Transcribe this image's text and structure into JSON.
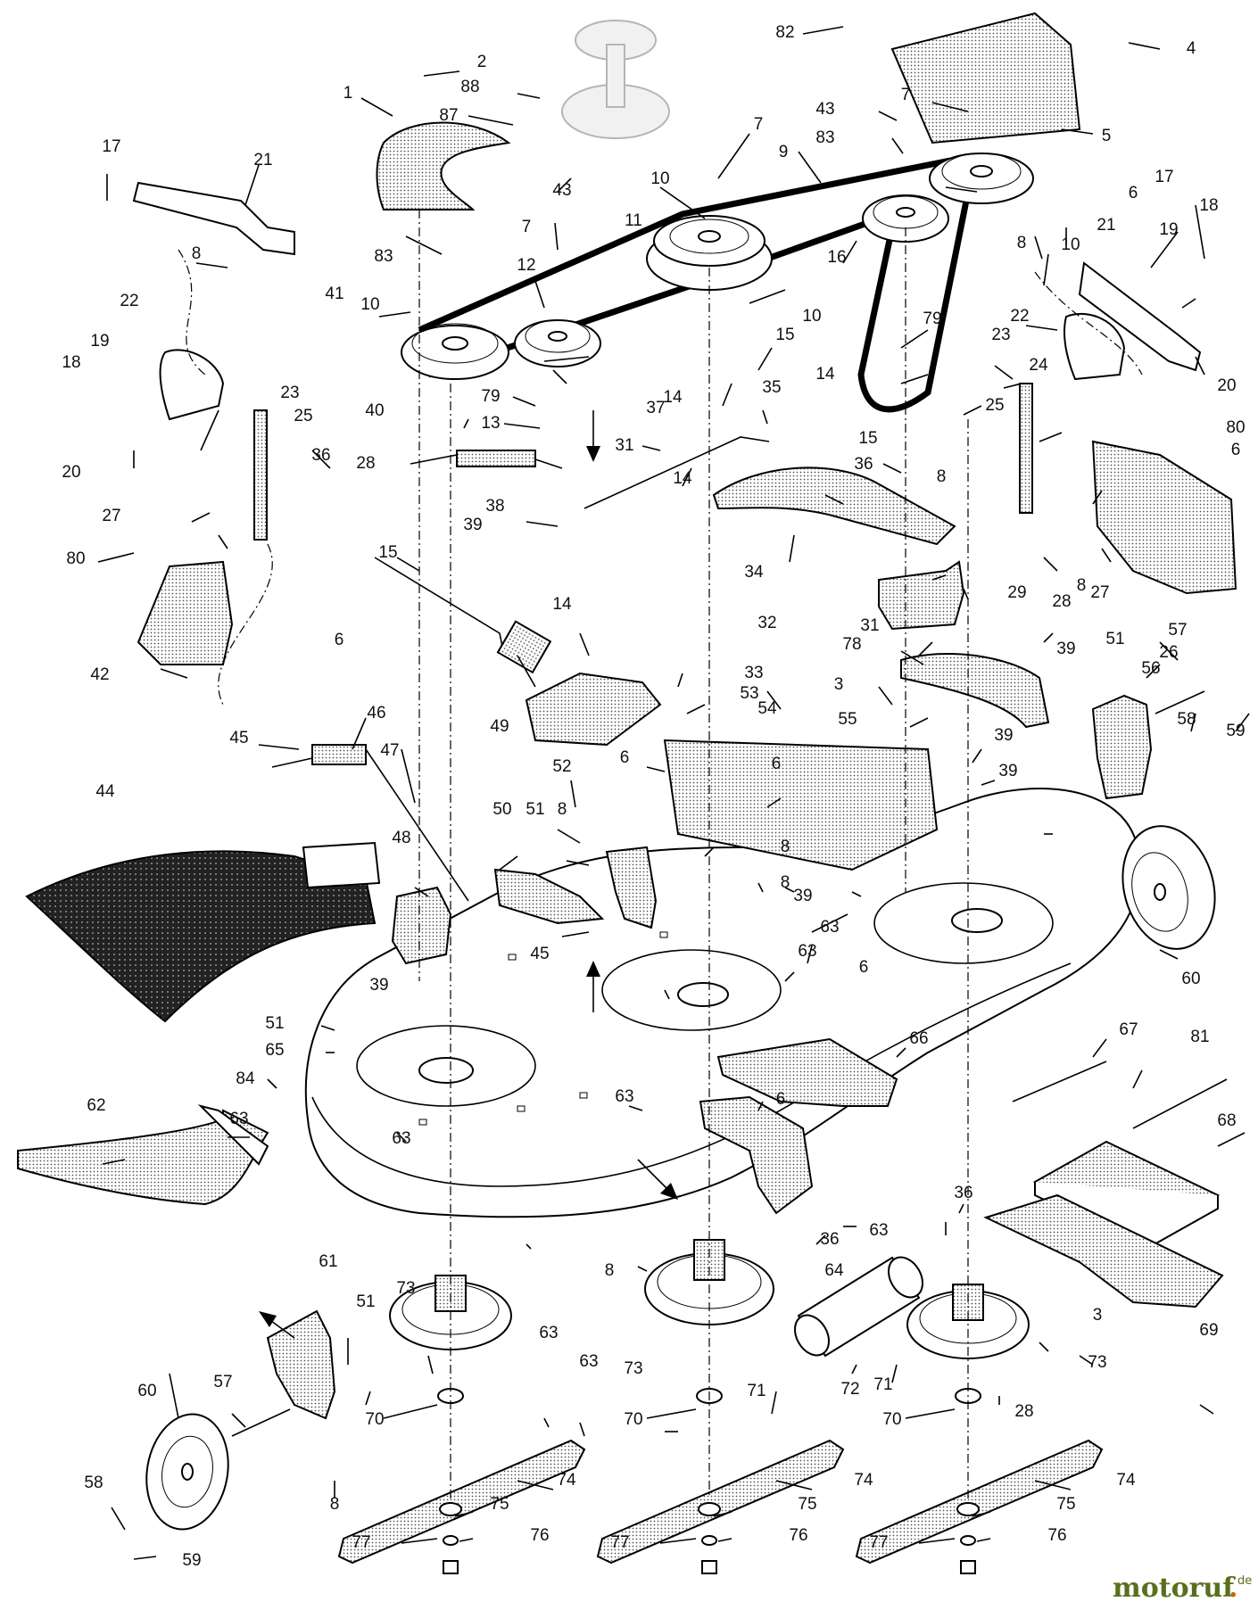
{
  "diagram": {
    "type": "exploded-parts-view",
    "callouts": [
      {
        "id": "c82",
        "label": "82"
      },
      {
        "id": "c4",
        "label": "4"
      },
      {
        "id": "c2",
        "label": "2"
      },
      {
        "id": "c88",
        "label": "88"
      },
      {
        "id": "c1",
        "label": "1"
      },
      {
        "id": "c87",
        "label": "87"
      },
      {
        "id": "c7a",
        "label": "7"
      },
      {
        "id": "c43a",
        "label": "43"
      },
      {
        "id": "c5",
        "label": "5"
      },
      {
        "id": "c83a",
        "label": "83"
      },
      {
        "id": "c17a",
        "label": "17"
      },
      {
        "id": "c21a",
        "label": "21"
      },
      {
        "id": "c7b",
        "label": "7"
      },
      {
        "id": "c9",
        "label": "9"
      },
      {
        "id": "c6a",
        "label": "6"
      },
      {
        "id": "c10a",
        "label": "10"
      },
      {
        "id": "c43b",
        "label": "43"
      },
      {
        "id": "c17b",
        "label": "17"
      },
      {
        "id": "c11",
        "label": "11"
      },
      {
        "id": "c7c",
        "label": "7"
      },
      {
        "id": "c10b",
        "label": "10"
      },
      {
        "id": "c18a",
        "label": "18"
      },
      {
        "id": "c83b",
        "label": "83"
      },
      {
        "id": "c21b",
        "label": "21"
      },
      {
        "id": "c16",
        "label": "16"
      },
      {
        "id": "c19a",
        "label": "19"
      },
      {
        "id": "c8a",
        "label": "8"
      },
      {
        "id": "c12",
        "label": "12"
      },
      {
        "id": "c10c",
        "label": "10"
      },
      {
        "id": "c10d",
        "label": "10"
      },
      {
        "id": "c41",
        "label": "41"
      },
      {
        "id": "c22a",
        "label": "22"
      },
      {
        "id": "c8b",
        "label": "8"
      },
      {
        "id": "c22b",
        "label": "22"
      },
      {
        "id": "c79a",
        "label": "79"
      },
      {
        "id": "c15a",
        "label": "15"
      },
      {
        "id": "c23a",
        "label": "23"
      },
      {
        "id": "c20a",
        "label": "20"
      },
      {
        "id": "c19b",
        "label": "19"
      },
      {
        "id": "c24",
        "label": "24"
      },
      {
        "id": "c18b",
        "label": "18"
      },
      {
        "id": "c35",
        "label": "35"
      },
      {
        "id": "c14a",
        "label": "14"
      },
      {
        "id": "c79b",
        "label": "79"
      },
      {
        "id": "c14b",
        "label": "14"
      },
      {
        "id": "c25a",
        "label": "25"
      },
      {
        "id": "c80a",
        "label": "80"
      },
      {
        "id": "c23b",
        "label": "23"
      },
      {
        "id": "c13",
        "label": "13"
      },
      {
        "id": "c37",
        "label": "37"
      },
      {
        "id": "c20b",
        "label": "20"
      },
      {
        "id": "c25b",
        "label": "25"
      },
      {
        "id": "c40",
        "label": "40"
      },
      {
        "id": "c15b",
        "label": "15"
      },
      {
        "id": "c6b",
        "label": "6"
      },
      {
        "id": "c36a",
        "label": "36"
      },
      {
        "id": "c28a",
        "label": "28"
      },
      {
        "id": "c31a",
        "label": "31"
      },
      {
        "id": "c36b",
        "label": "36"
      },
      {
        "id": "c14c",
        "label": "14"
      },
      {
        "id": "c38",
        "label": "38"
      },
      {
        "id": "c27a",
        "label": "27"
      },
      {
        "id": "c39a",
        "label": "39"
      },
      {
        "id": "c8c",
        "label": "8"
      },
      {
        "id": "c28b",
        "label": "28"
      },
      {
        "id": "c27b",
        "label": "27"
      },
      {
        "id": "c80b",
        "label": "80"
      },
      {
        "id": "c15c",
        "label": "15"
      },
      {
        "id": "c34",
        "label": "34"
      },
      {
        "id": "c31b",
        "label": "31"
      },
      {
        "id": "c29",
        "label": "29"
      },
      {
        "id": "c8d",
        "label": "8"
      },
      {
        "id": "c32",
        "label": "32"
      },
      {
        "id": "c14d",
        "label": "14"
      },
      {
        "id": "c26",
        "label": "26"
      },
      {
        "id": "c6c",
        "label": "6"
      },
      {
        "id": "c78",
        "label": "78"
      },
      {
        "id": "c39b",
        "label": "39"
      },
      {
        "id": "c51a",
        "label": "51"
      },
      {
        "id": "c57a",
        "label": "57"
      },
      {
        "id": "c33",
        "label": "33"
      },
      {
        "id": "c49",
        "label": "49"
      },
      {
        "id": "c53",
        "label": "53"
      },
      {
        "id": "c3a",
        "label": "3"
      },
      {
        "id": "c56",
        "label": "56"
      },
      {
        "id": "c42",
        "label": "42"
      },
      {
        "id": "c54",
        "label": "54"
      },
      {
        "id": "c46",
        "label": "46"
      },
      {
        "id": "c55",
        "label": "55"
      },
      {
        "id": "c39c",
        "label": "39"
      },
      {
        "id": "c58a",
        "label": "58"
      },
      {
        "id": "c59a",
        "label": "59"
      },
      {
        "id": "c45a",
        "label": "45"
      },
      {
        "id": "c47",
        "label": "47"
      },
      {
        "id": "c6d",
        "label": "6"
      },
      {
        "id": "c39d",
        "label": "39"
      },
      {
        "id": "c52",
        "label": "52"
      },
      {
        "id": "c44",
        "label": "44"
      },
      {
        "id": "c50",
        "label": "50"
      },
      {
        "id": "c51b",
        "label": "51"
      },
      {
        "id": "c8e",
        "label": "8"
      },
      {
        "id": "c6e",
        "label": "6"
      },
      {
        "id": "c8f",
        "label": "8"
      },
      {
        "id": "c8g",
        "label": "8"
      },
      {
        "id": "c48",
        "label": "48"
      },
      {
        "id": "c39e",
        "label": "39"
      },
      {
        "id": "c63a",
        "label": "63"
      },
      {
        "id": "c45b",
        "label": "45"
      },
      {
        "id": "c63b",
        "label": "63"
      },
      {
        "id": "c6f",
        "label": "6"
      },
      {
        "id": "c39f",
        "label": "39"
      },
      {
        "id": "c60a",
        "label": "60"
      },
      {
        "id": "c51c",
        "label": "51"
      },
      {
        "id": "c65",
        "label": "65"
      },
      {
        "id": "c67",
        "label": "67"
      },
      {
        "id": "c81",
        "label": "81"
      },
      {
        "id": "c66",
        "label": "66"
      },
      {
        "id": "c84",
        "label": "84"
      },
      {
        "id": "c62",
        "label": "62"
      },
      {
        "id": "c63c",
        "label": "63"
      },
      {
        "id": "c6g",
        "label": "6"
      },
      {
        "id": "c63d",
        "label": "63"
      },
      {
        "id": "c63e",
        "label": "63"
      },
      {
        "id": "c68",
        "label": "68"
      },
      {
        "id": "c36c",
        "label": "36"
      },
      {
        "id": "c63f",
        "label": "63"
      },
      {
        "id": "c36d",
        "label": "36"
      },
      {
        "id": "c8h",
        "label": "8"
      },
      {
        "id": "c64",
        "label": "64"
      },
      {
        "id": "c61",
        "label": "61"
      },
      {
        "id": "c73a",
        "label": "73"
      },
      {
        "id": "c51d",
        "label": "51"
      },
      {
        "id": "c3b",
        "label": "3"
      },
      {
        "id": "c69",
        "label": "69"
      },
      {
        "id": "c63g",
        "label": "63"
      },
      {
        "id": "c63h",
        "label": "63"
      },
      {
        "id": "c73b",
        "label": "73"
      },
      {
        "id": "c73c",
        "label": "73"
      },
      {
        "id": "c28c",
        "label": "28"
      },
      {
        "id": "c71a",
        "label": "71"
      },
      {
        "id": "c72",
        "label": "72"
      },
      {
        "id": "c71b",
        "label": "71"
      },
      {
        "id": "c60b",
        "label": "60"
      },
      {
        "id": "c57b",
        "label": "57"
      },
      {
        "id": "c70a",
        "label": "70"
      },
      {
        "id": "c70b",
        "label": "70"
      },
      {
        "id": "c70c",
        "label": "70"
      },
      {
        "id": "c74a",
        "label": "74"
      },
      {
        "id": "c74b",
        "label": "74"
      },
      {
        "id": "c74c",
        "label": "74"
      },
      {
        "id": "c8i",
        "label": "8"
      },
      {
        "id": "c58b",
        "label": "58"
      },
      {
        "id": "c75a",
        "label": "75"
      },
      {
        "id": "c75b",
        "label": "75"
      },
      {
        "id": "c75c",
        "label": "75"
      },
      {
        "id": "c77a",
        "label": "77"
      },
      {
        "id": "c76a",
        "label": "76"
      },
      {
        "id": "c77b",
        "label": "77"
      },
      {
        "id": "c76b",
        "label": "76"
      },
      {
        "id": "c77c",
        "label": "77"
      },
      {
        "id": "c76c",
        "label": "76"
      },
      {
        "id": "c59b",
        "label": "59"
      }
    ]
  },
  "watermark": {
    "brand": "motoruf",
    "dot": ".",
    "tld": "de",
    "colors": {
      "brand": "#5a6f1e",
      "dot": "#c46a00"
    }
  }
}
